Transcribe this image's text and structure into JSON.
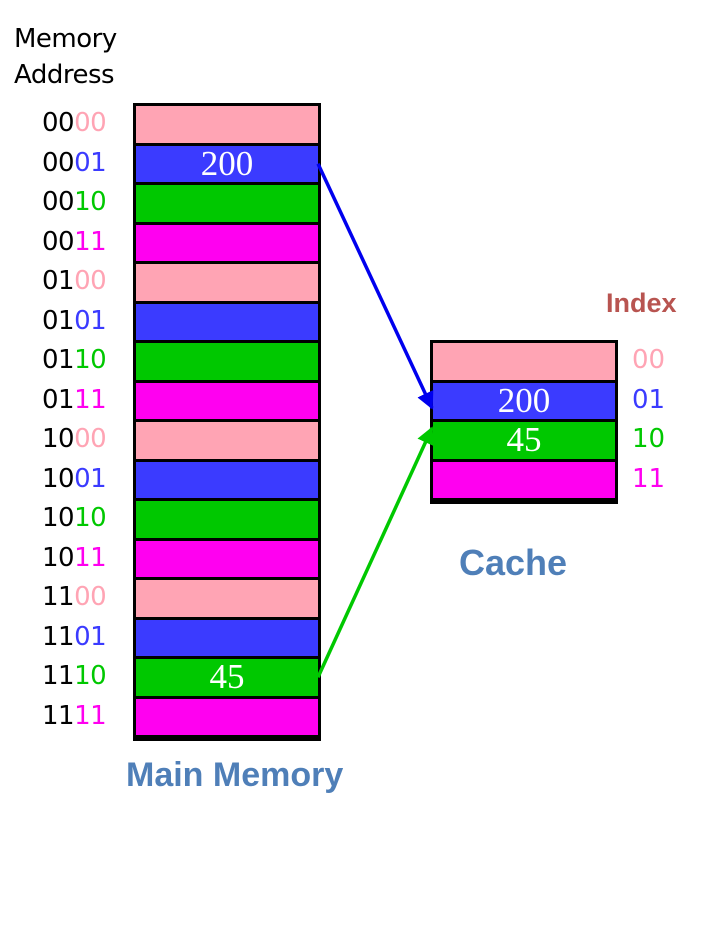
{
  "header": {
    "line1": "Memory",
    "line2": "Address"
  },
  "colors": {
    "pink": "#ffa4b4",
    "blue": "#3b3bff",
    "green": "#00c800",
    "magenta": "#ff00f0",
    "index_label": "#b85450",
    "caption": "#4f7fb8"
  },
  "memory": {
    "label": "Main Memory",
    "rows": [
      {
        "prefix": "00",
        "suffix": "00",
        "color": "pink",
        "value": ""
      },
      {
        "prefix": "00",
        "suffix": "01",
        "color": "blue",
        "value": "200"
      },
      {
        "prefix": "00",
        "suffix": "10",
        "color": "green",
        "value": ""
      },
      {
        "prefix": "00",
        "suffix": "11",
        "color": "magenta",
        "value": ""
      },
      {
        "prefix": "01",
        "suffix": "00",
        "color": "pink",
        "value": ""
      },
      {
        "prefix": "01",
        "suffix": "01",
        "color": "blue",
        "value": ""
      },
      {
        "prefix": "01",
        "suffix": "10",
        "color": "green",
        "value": ""
      },
      {
        "prefix": "01",
        "suffix": "11",
        "color": "magenta",
        "value": ""
      },
      {
        "prefix": "10",
        "suffix": "00",
        "color": "pink",
        "value": ""
      },
      {
        "prefix": "10",
        "suffix": "01",
        "color": "blue",
        "value": ""
      },
      {
        "prefix": "10",
        "suffix": "10",
        "color": "green",
        "value": ""
      },
      {
        "prefix": "10",
        "suffix": "11",
        "color": "magenta",
        "value": ""
      },
      {
        "prefix": "11",
        "suffix": "00",
        "color": "pink",
        "value": ""
      },
      {
        "prefix": "11",
        "suffix": "01",
        "color": "blue",
        "value": ""
      },
      {
        "prefix": "11",
        "suffix": "10",
        "color": "green",
        "value": "45"
      },
      {
        "prefix": "11",
        "suffix": "11",
        "color": "magenta",
        "value": ""
      }
    ]
  },
  "cache": {
    "label": "Cache",
    "index_label": "Index",
    "rows": [
      {
        "index": "00",
        "color": "pink",
        "value": ""
      },
      {
        "index": "01",
        "color": "blue",
        "value": "200"
      },
      {
        "index": "10",
        "color": "green",
        "value": "45"
      },
      {
        "index": "11",
        "color": "magenta",
        "value": ""
      }
    ]
  },
  "mappings": [
    {
      "from_row": 1,
      "to_row": 1,
      "color": "#0000ee"
    },
    {
      "from_row": 14,
      "to_row": 2,
      "color": "#00c800"
    }
  ]
}
